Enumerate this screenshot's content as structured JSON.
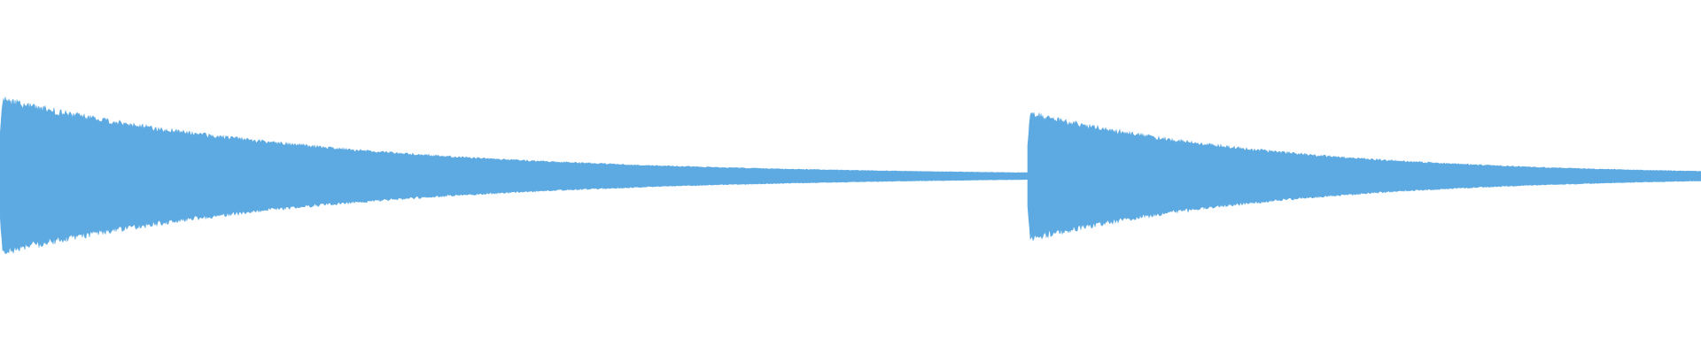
{
  "waveform": {
    "color": "#5DAAE2",
    "background": "#FFFFFF",
    "channels": 1,
    "segments": [
      {
        "name": "first-decay",
        "start_fraction": 0.0,
        "end_fraction": 0.604,
        "peak_amplitude": 0.57,
        "end_amplitude": 0.025
      },
      {
        "name": "second-decay",
        "start_fraction": 0.604,
        "end_fraction": 1.0,
        "peak_amplitude": 0.47,
        "end_amplitude": 0.035
      }
    ]
  }
}
